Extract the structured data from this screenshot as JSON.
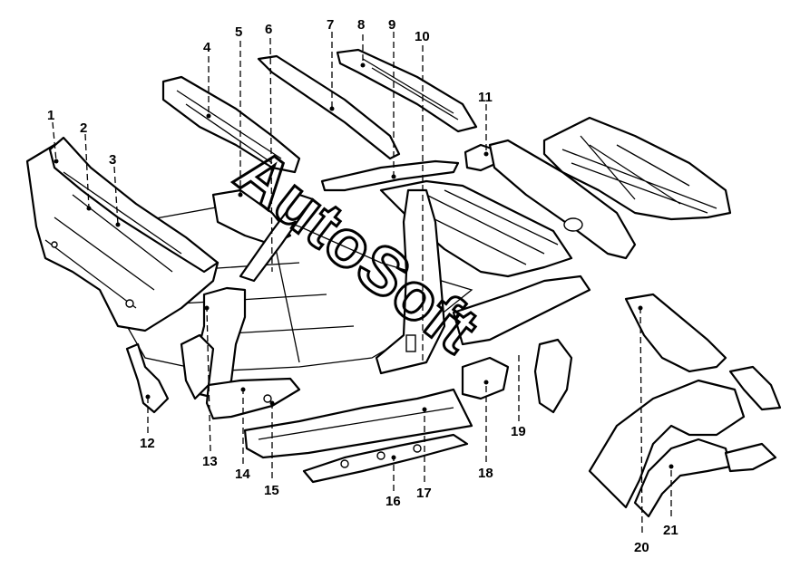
{
  "watermark": "AutoSoft",
  "callouts": [
    {
      "id": "1",
      "label": "1"
    },
    {
      "id": "2",
      "label": "2"
    },
    {
      "id": "3",
      "label": "3"
    },
    {
      "id": "4",
      "label": "4"
    },
    {
      "id": "5",
      "label": "5"
    },
    {
      "id": "6",
      "label": "6"
    },
    {
      "id": "7",
      "label": "7"
    },
    {
      "id": "8",
      "label": "8"
    },
    {
      "id": "9",
      "label": "9"
    },
    {
      "id": "10",
      "label": "10"
    },
    {
      "id": "11",
      "label": "11"
    },
    {
      "id": "12",
      "label": "12"
    },
    {
      "id": "13",
      "label": "13"
    },
    {
      "id": "14",
      "label": "14"
    },
    {
      "id": "15",
      "label": "15"
    },
    {
      "id": "16",
      "label": "16"
    },
    {
      "id": "17",
      "label": "17"
    },
    {
      "id": "18",
      "label": "18"
    },
    {
      "id": "19",
      "label": "19"
    },
    {
      "id": "20",
      "label": "20"
    },
    {
      "id": "21",
      "label": "21"
    }
  ]
}
